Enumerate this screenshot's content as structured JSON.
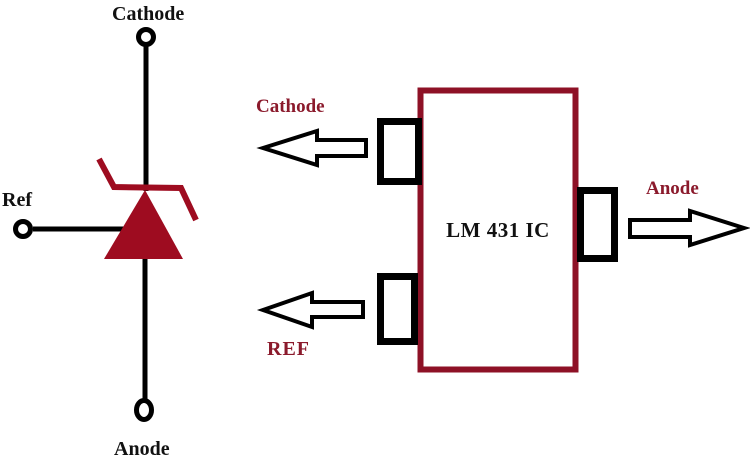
{
  "colors": {
    "symbolRed": "#9e0c20",
    "boxRed": "#8e1126",
    "labelRed": "#8b1a2c",
    "black": "#000000"
  },
  "symbol": {
    "cathode_label": "Cathode",
    "ref_label": "Ref",
    "anode_label": "Anode"
  },
  "ic": {
    "chip_name": "LM 431 IC",
    "pin_labels": {
      "cathode": "Cathode",
      "ref": "REF",
      "anode": "Anode"
    }
  }
}
